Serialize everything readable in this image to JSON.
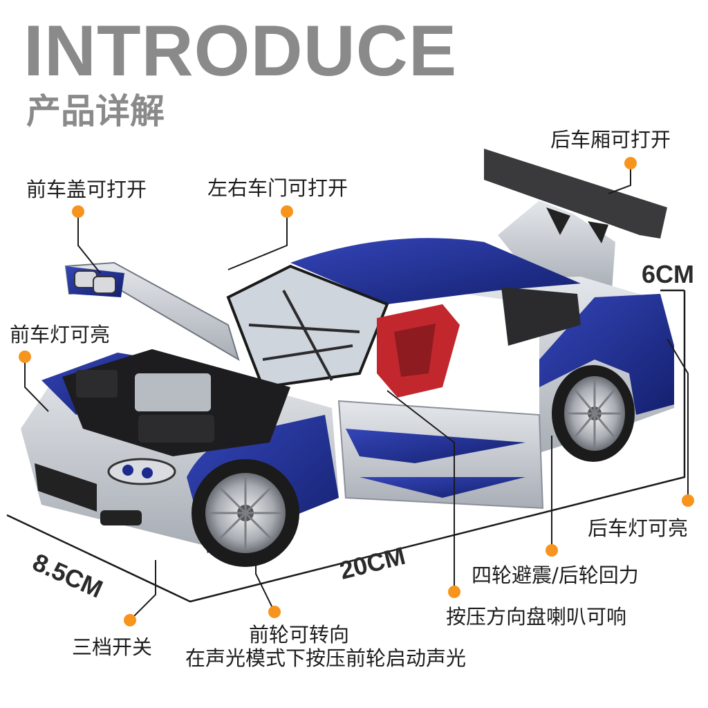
{
  "header": {
    "title": "INTRODUCE",
    "subtitle": "产品详解"
  },
  "features": {
    "hood": "前车盖可打开",
    "doors": "左右车门可打开",
    "trunk": "后车厢可打开",
    "headlights": "前车灯可亮",
    "taillights": "后车灯可亮",
    "suspension": "四轮避震/后轮回力",
    "horn": "按压方向盘喇叭可响",
    "steering_line1": "前轮可转向",
    "steering_line2": "在声光模式下按压前轮启动声光",
    "switch": "三档开关"
  },
  "dimensions": {
    "height": "6CM",
    "length": "20CM",
    "width": "8.5CM"
  },
  "colors": {
    "title_gray": "#8a8a8a",
    "dot_orange": "#f7941d",
    "car_blue": "#1f2f8f",
    "car_silver": "#c9cdd3"
  }
}
